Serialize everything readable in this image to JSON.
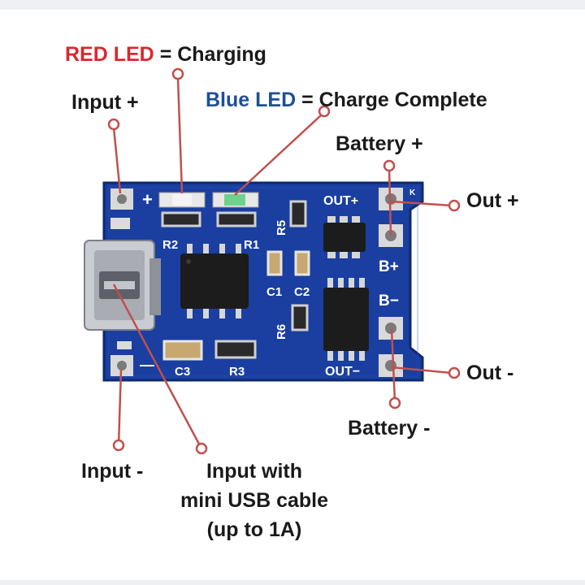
{
  "colors": {
    "board": "#1a3fa0",
    "board_dark": "#102c78",
    "callout": "#c0504d",
    "red_led_text": "#d8282f",
    "blue_led_text": "#1d4f96"
  },
  "labels": {
    "red_led_key": "RED LED",
    "red_led_value": "= Charging",
    "blue_led_key": "Blue LED",
    "blue_led_value": "= Charge Complete",
    "input_plus": "Input +",
    "input_minus": "Input -",
    "battery_plus": "Battery +",
    "battery_minus": "Battery -",
    "out_plus": "Out +",
    "out_minus": "Out -",
    "usb_line1": "Input with",
    "usb_line2": "mini USB cable",
    "usb_line3": "(up to 1A)"
  },
  "silkscreen": {
    "plus": "+",
    "minus": "—",
    "r2": "R2",
    "r1": "R1",
    "r5": "R5",
    "r6": "R6",
    "c1": "C1",
    "c2": "C2",
    "c3": "C3",
    "r3": "R3",
    "out_plus": "OUT+",
    "out_minus": "OUT−",
    "b_plus": "B+",
    "b_minus": "B−",
    "corner_mark": "K"
  }
}
